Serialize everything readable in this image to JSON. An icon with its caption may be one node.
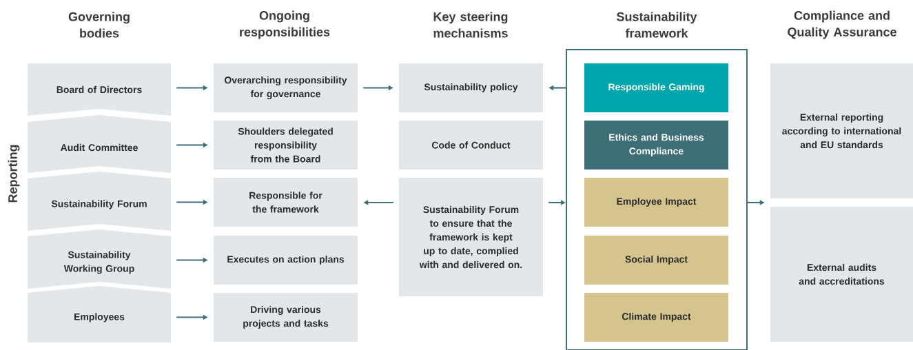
{
  "diagram": {
    "nodes": [
      {
        "text": [
          "Board of Directors"
        ]
      },
      {
        "text": [
          "Audit Committee"
        ]
      },
      {
        "text": [
          "Sustainability Forum"
        ]
      },
      {
        "text": [
          "Sustainability Working Group"
        ]
      },
      {
        "text": [
          "Employees"
        ]
      },
      {
        "text": [
          "Overarching responsibility for governance"
        ]
      },
      {
        "text": [
          "Shoulders delegated responsibility from the Board"
        ]
      },
      {
        "text": [
          "Responsible for the framework"
        ]
      },
      {
        "text": [
          "Executes on action plans"
        ]
      },
      {
        "text": [
          "Driving various projects and tasks"
        ]
      },
      {
        "text": [
          "Sustainability policy"
        ]
      },
      {
        "text": [
          "Code of Conduct"
        ]
      },
      {
        "text": [
          "Sustainability Forum to ensure that the framework is kept up to date, complied with and delivered on."
        ]
      },
      {
        "text": [
          "Sustainability framework"
        ]
      },
      {
        "text": [
          "Responsible Gaming"
        ],
        "in": 13
      },
      {
        "text": [
          "Ethics and Business Compliance"
        ],
        "in": 13
      },
      {
        "text": [
          "Employee Impact"
        ],
        "in": 13
      },
      {
        "text": [
          "Social Impact"
        ],
        "in": 13
      },
      {
        "text": [
          "Climate Impact"
        ],
        "in": 13
      },
      {
        "text": [
          "External reporting according to international and EU standards"
        ]
      },
      {
        "text": [
          "External audits and accreditations"
        ]
      }
    ],
    "edges": [
      {
        "from": 0,
        "to": 5,
        "arrow": "to"
      },
      {
        "from": 1,
        "to": 6,
        "arrow": "to"
      },
      {
        "from": 2,
        "to": 7,
        "arrow": "to"
      },
      {
        "from": 3,
        "to": 8,
        "arrow": "to"
      },
      {
        "from": 4,
        "to": 9,
        "arrow": "to"
      },
      {
        "from": 5,
        "to": 10,
        "arrow": "to"
      },
      {
        "from": 13,
        "to": 10,
        "arrow": "to"
      },
      {
        "from": 12,
        "to": 7,
        "arrow": "to"
      },
      {
        "from": 12,
        "to": 13,
        "arrow": "to"
      },
      {
        "from": 13,
        "to": 19,
        "arrow": "to"
      },
      {
        "from": 13,
        "to": 20,
        "arrow": "to"
      }
    ],
    "labels": [
      "Governing bodies",
      "Ongoing responsibilities",
      "Key steering mechanisms",
      "Compliance and Quality Assurance",
      "Reporting"
    ]
  }
}
